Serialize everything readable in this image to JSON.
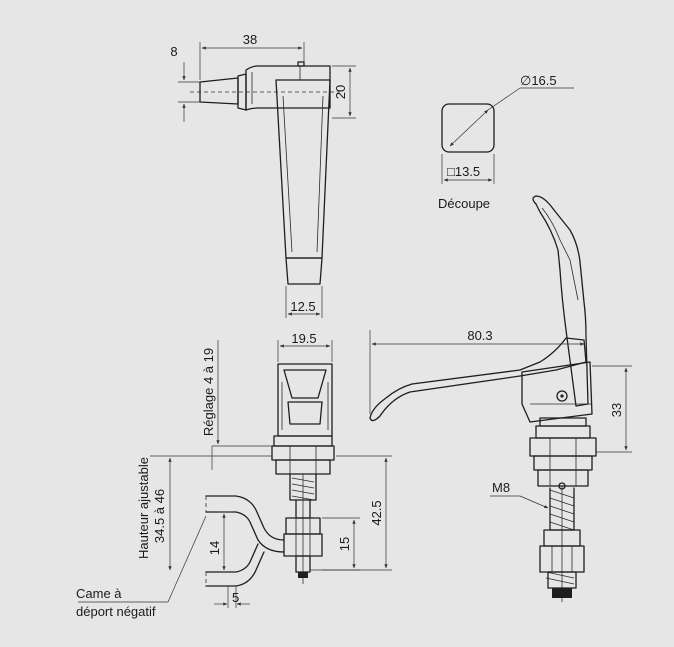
{
  "dimensions": {
    "top_width": "38",
    "top_left": "8",
    "top_height": "20",
    "handle_width": "12.5",
    "head_width": "19.5",
    "adjust": "Réglage 4 à 19",
    "adjust_height_label": "Hauteur ajustable",
    "adjust_height_range": "34.5 à 46",
    "cam_offset": "14",
    "cam_width": "5",
    "spacer_height": "15",
    "total_height": "42.5",
    "lever_length": "80.3",
    "right_height": "33",
    "thread": "M8",
    "cutout_diameter": "∅16.5",
    "cutout_square": "□13.5"
  },
  "labels": {
    "cutout": "Découpe",
    "cam_line1": "Came à",
    "cam_line2": "déport négatif"
  }
}
